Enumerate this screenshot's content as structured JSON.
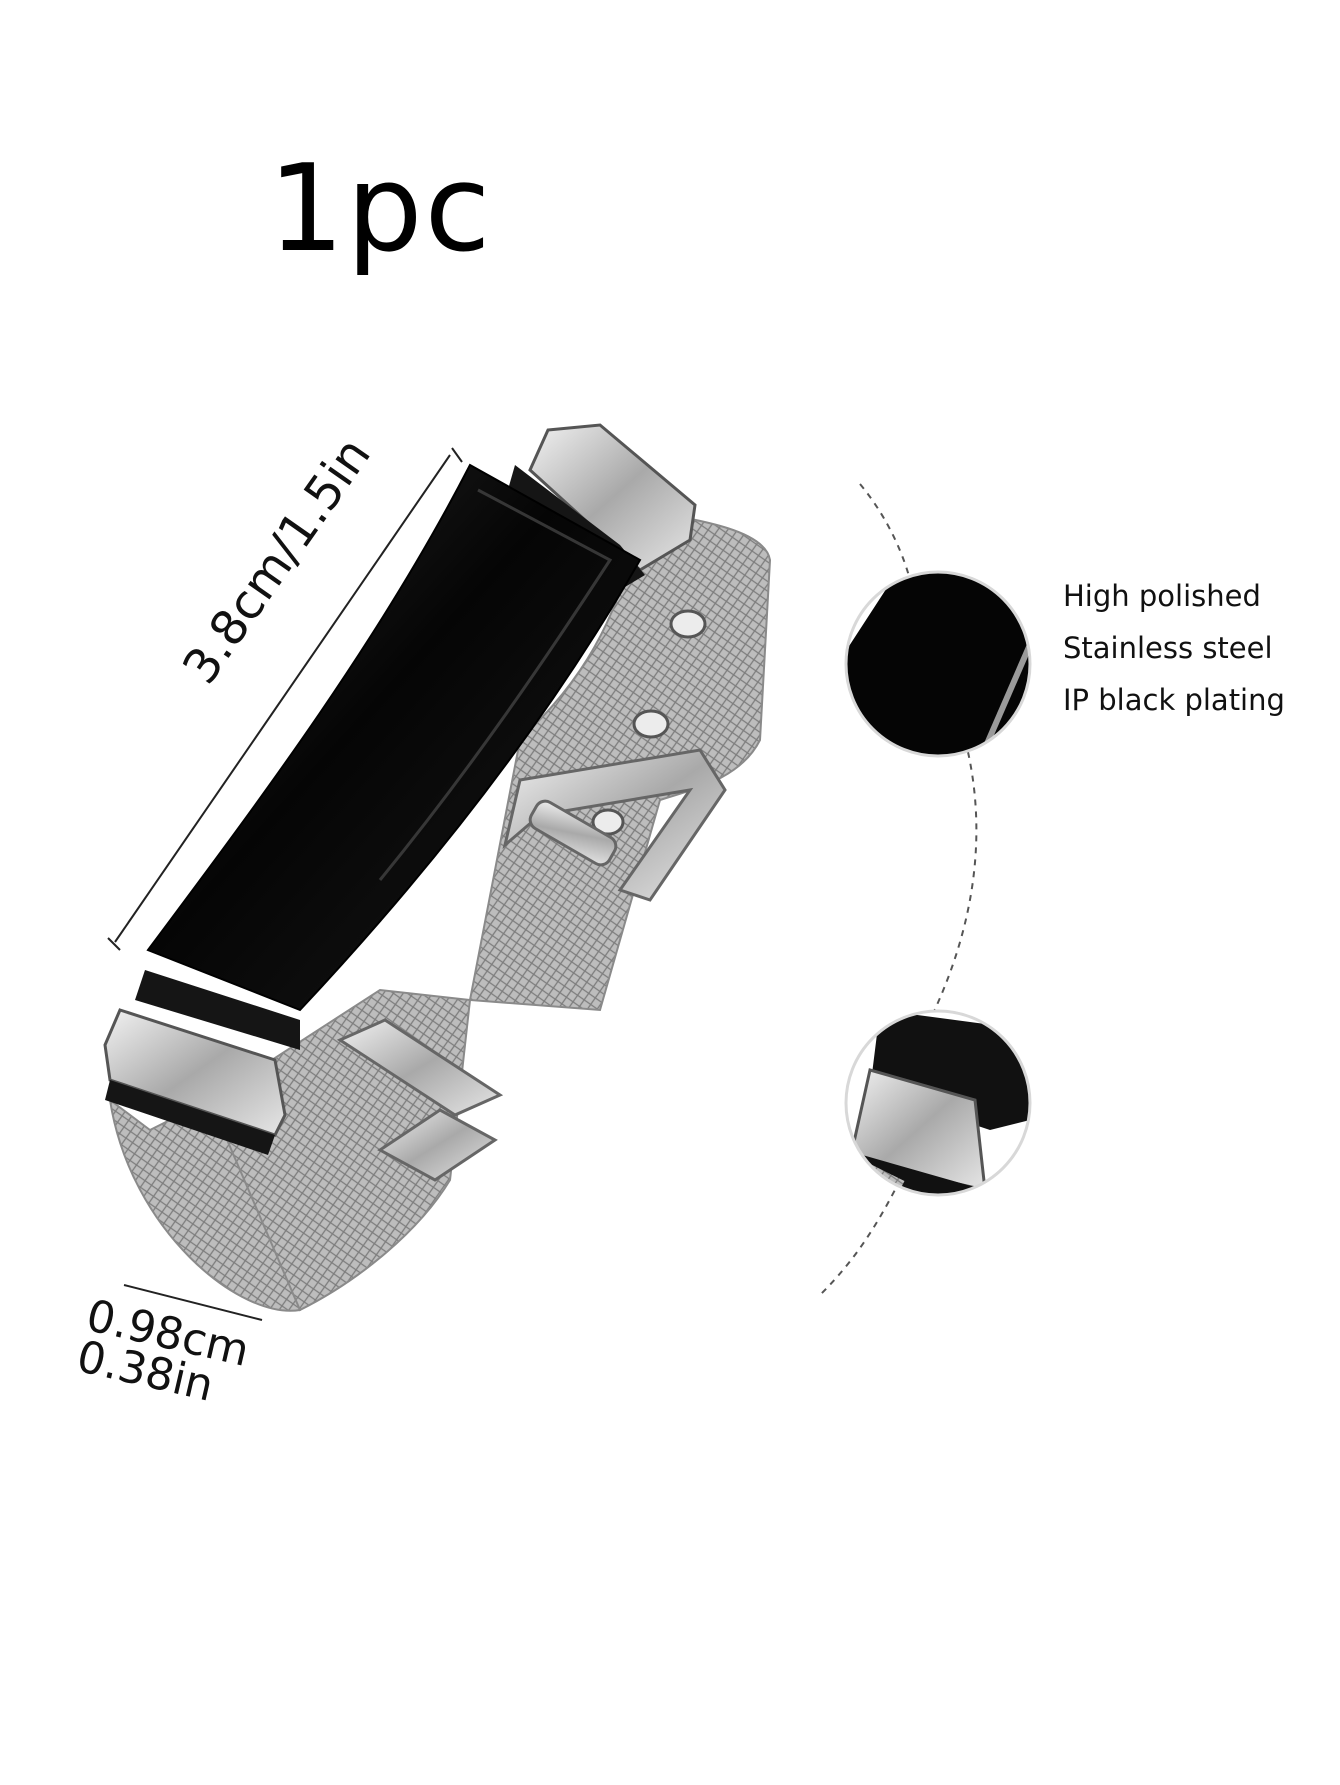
{
  "product": {
    "quantity_label": "1pc",
    "plate_length_label": "3.8cm/1.5in",
    "band_width_cm": "0.98cm",
    "band_width_in": "0.38in"
  },
  "features": [
    "High polished",
    "Stainless steel",
    "IP black plating"
  ],
  "colors": {
    "background": "#ffffff",
    "plate": "#0c0c0c",
    "steel": "#c9c9c9",
    "mesh": "#a8a8a8",
    "text": "#111111"
  }
}
